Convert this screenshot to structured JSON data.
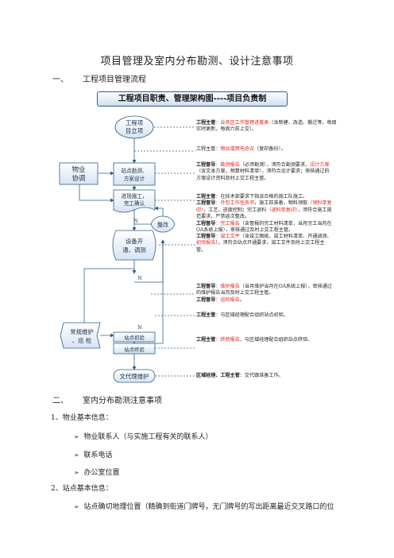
{
  "doc": {
    "title": "项目管理及室内分布勘测、设计注意事项",
    "sec1_num": "一、",
    "sec1_label": "工程项目管理流程",
    "sec2_num": "二、",
    "sec2_label": "室内分布勘测注意事项",
    "sub1": "1、物业基本信息：",
    "sub1_items": [
      "物业联系人（与实施工程有关的联系人）",
      "联系电话",
      "办公室位置"
    ],
    "sub2": "2、站点基本信息：",
    "sub2_item": "站点确切地理位置（精确到街道门牌号，无门牌号的写出距离最近交叉路口的位"
  },
  "flow": {
    "banner": "工程项目职责、管理架构图----项目负责制",
    "n1a": "工程项",
    "n1b": "目立项",
    "wy1": "物业",
    "wy2": "协调",
    "n2a": "站点勘测、",
    "n2b": "方案设计",
    "n3a": "进场施工，",
    "n3b": "完工确认",
    "zg": "整改",
    "n4a": "设备开",
    "n4b": "通、调测",
    "cg1": "常规维护",
    "cg2": "、巡 检",
    "n5": "站点初验",
    "n6": "站点终验",
    "n7": "文代理维护",
    "N": "N"
  },
  "notes": {
    "a_k": "工程主管",
    "a_r": "：业务区工作管理进度表",
    "a_t": "（含新建、改造、搬迁等，每周实时更新，每周六前上交）。",
    "b_t": "工程主管：",
    "b_r": "物业或用电协议",
    "b_t2": "（复印备份）。",
    "c_k": "工程督导",
    "c_r1": "：勘测报告",
    "c_t1": "（必须勘测），须符合勘测要求，",
    "c_r2": "设计方案",
    "c_t2": "（含文本方案，预算材料清单），须符合设计要求；审核通过的方案设计资料及时上交工程主管。",
    "d_k1": "工程主管",
    "d_t1": "：在技术部要求下指派合格的施工队施工。",
    "d_k2": "工程督导",
    "d_r1": "：外包工作任务书",
    "d_t2": "，施工前准备，物料领取",
    "d_r2": "（领料单复印）",
    "d_t3": "，工艺，进度控制；完工退料",
    "d_r3": "（退料单复印）",
    "d_t4": "，须符合施工规范要求，严禁返次整改。",
    "d_k3": "工程督导",
    "d_r4": "：完工报告",
    "d_t5": "（含督报的完工材料清单，当月完工当月在OA系统上报），审核通过及时上交工程主管。",
    "e_k": "工程督导",
    "e_r1": "：竣工文件",
    "e_t1": "（含竣工图纸、竣工材料清单、开通调测、",
    "e_r2": "初验报告",
    "e_t2": "），须符合站点开通要求，竣工文件及时上交工程主管。",
    "f_k": "工程督导",
    "f_r1": "：维护报告",
    "f_t1": "（当月维护当月在OA系统上报），审核通过的维护报告当月及时上交工程主管。",
    "f_k2": "工程督导",
    "f_r2": "：巡检报告",
    "f_t2": "。",
    "g_k": "工程主管",
    "g_t": "：与区域经理配合组织站点初验。",
    "h_k": "工程主管",
    "h_r": "：终验报告",
    "h_t": "，与区域经理配合组织站点终验。",
    "i_k": "区域经理、工程主管",
    "i_t": "：交代跟准备工作。"
  }
}
